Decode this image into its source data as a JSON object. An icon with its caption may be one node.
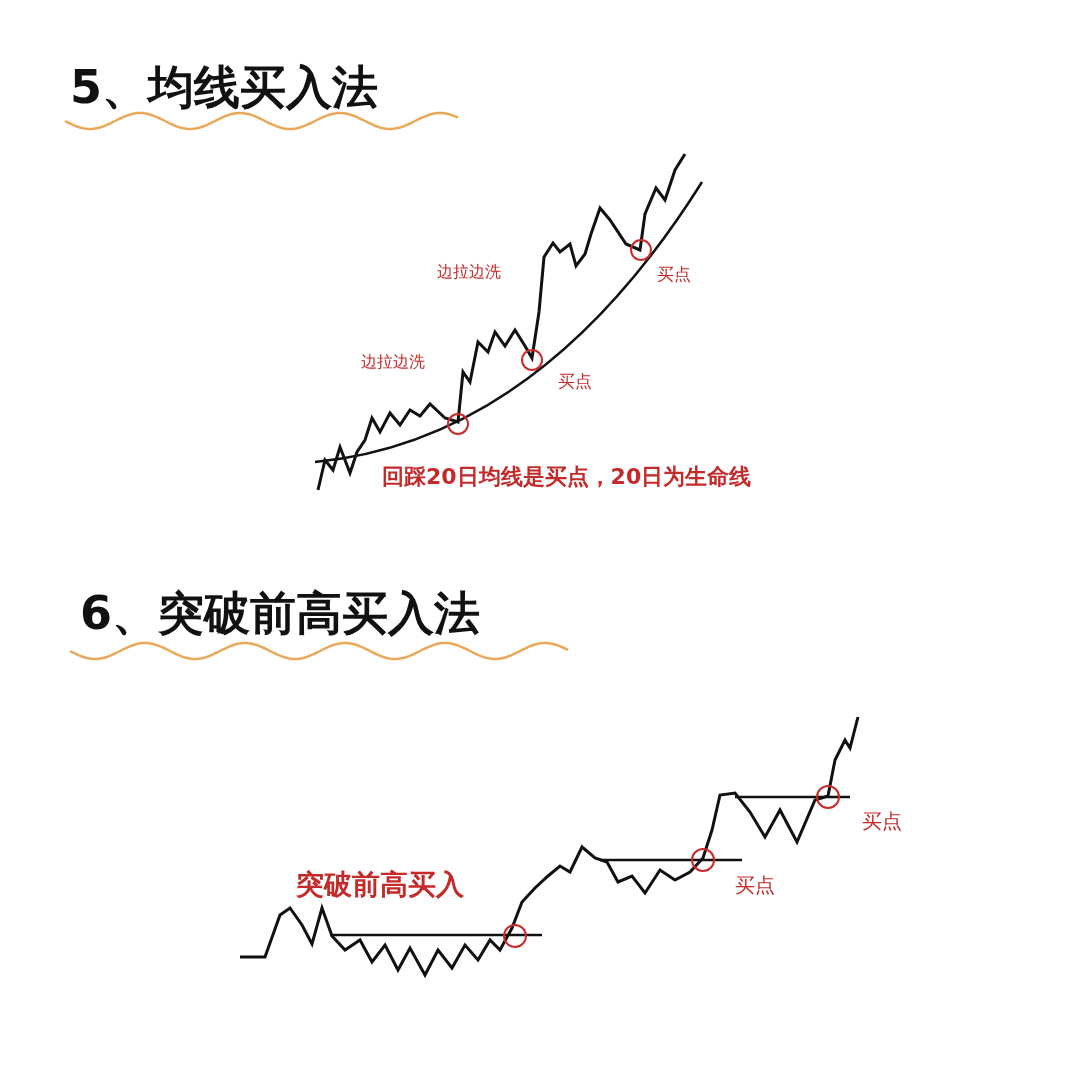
{
  "diagram": {
    "labels": [
      "5、均线买入法",
      "边拉边洗",
      "买点",
      "边拉边洗",
      "买点",
      "回踩20日均线是买点，20日为生命线",
      "6、突破前高买入法",
      "突破前高买入",
      "买点",
      "买点"
    ]
  }
}
